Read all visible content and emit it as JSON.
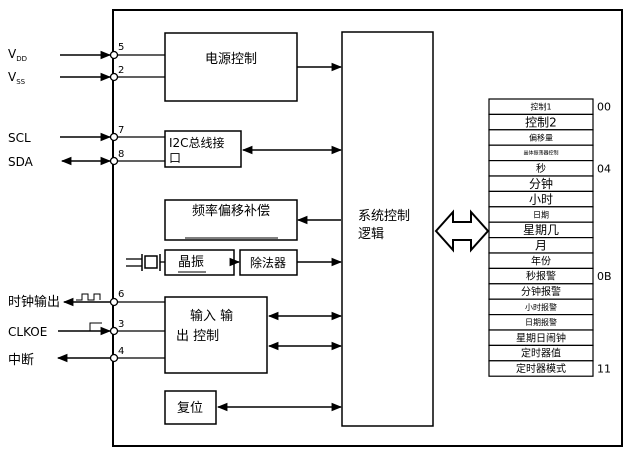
{
  "pins": [
    {
      "label": "V",
      "sub": "DD",
      "num": "5"
    },
    {
      "label": "V",
      "sub": "SS",
      "num": "2"
    },
    {
      "label": "SCL",
      "sub": "",
      "num": "7"
    },
    {
      "label": "SDA",
      "sub": "",
      "num": "8"
    },
    {
      "label": "时钟输出",
      "sub": "",
      "num": "6"
    },
    {
      "label": "CLKOE",
      "sub": "",
      "num": "3"
    },
    {
      "label": "中断",
      "sub": "",
      "num": "4"
    }
  ],
  "blocks": {
    "power": "电源控制",
    "i2c_line1": "I2C总线接",
    "i2c_line2": "口",
    "offset": "频率偏移补偿",
    "crystal": "晶振",
    "divider": "除法器",
    "io_line1": "输入 输",
    "io_line2": "出 控制",
    "reset": "复位",
    "logic_line1": "系统控制",
    "logic_line2": "逻辑"
  },
  "registers": [
    "控制1",
    "控制2",
    "偏移量",
    "晶体振荡器控制",
    "秒",
    "分钟",
    "小时",
    "日期",
    "星期几",
    "月",
    "年份",
    "秒报警",
    "分钟报警",
    "小时报警",
    "日期报警",
    "星期日闹钟",
    "定时器值",
    "定时器模式"
  ],
  "addresses": [
    "00",
    "04",
    "0B",
    "11"
  ]
}
